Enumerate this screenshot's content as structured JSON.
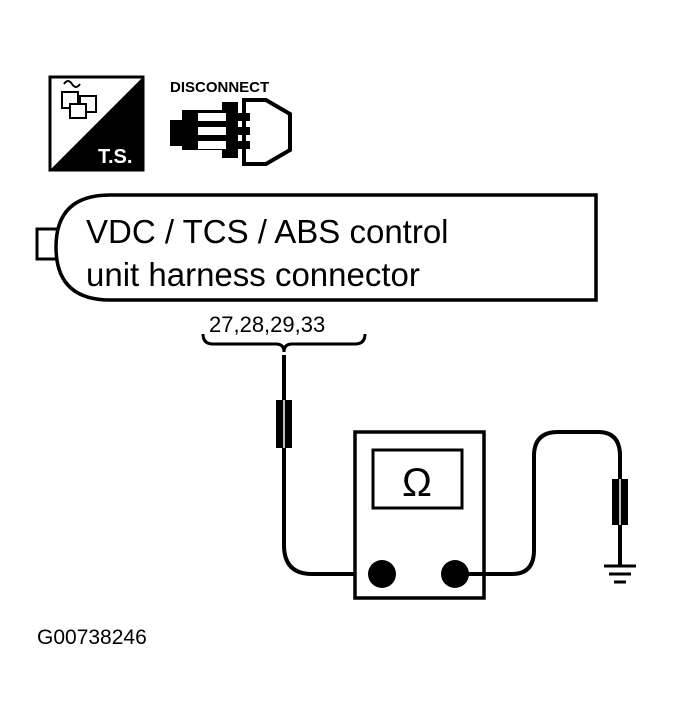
{
  "icons": {
    "ts_label": "T.S.",
    "ts_icon": "troubleshooting-icon",
    "disconnect_label": "DISCONNECT",
    "disconnect_icon": "disconnect-connector-icon"
  },
  "connector": {
    "line1": "VDC / TCS / ABS control",
    "line2": "unit harness connector",
    "terminals": "27,28,29,33"
  },
  "meter": {
    "symbol": "Ω",
    "meter_icon": "ohmmeter-icon",
    "probe_icon": "probe-icon",
    "ground_icon": "ground-icon"
  },
  "figure_id": "G00738246",
  "colors": {
    "ink": "#000000",
    "paper": "#ffffff"
  }
}
